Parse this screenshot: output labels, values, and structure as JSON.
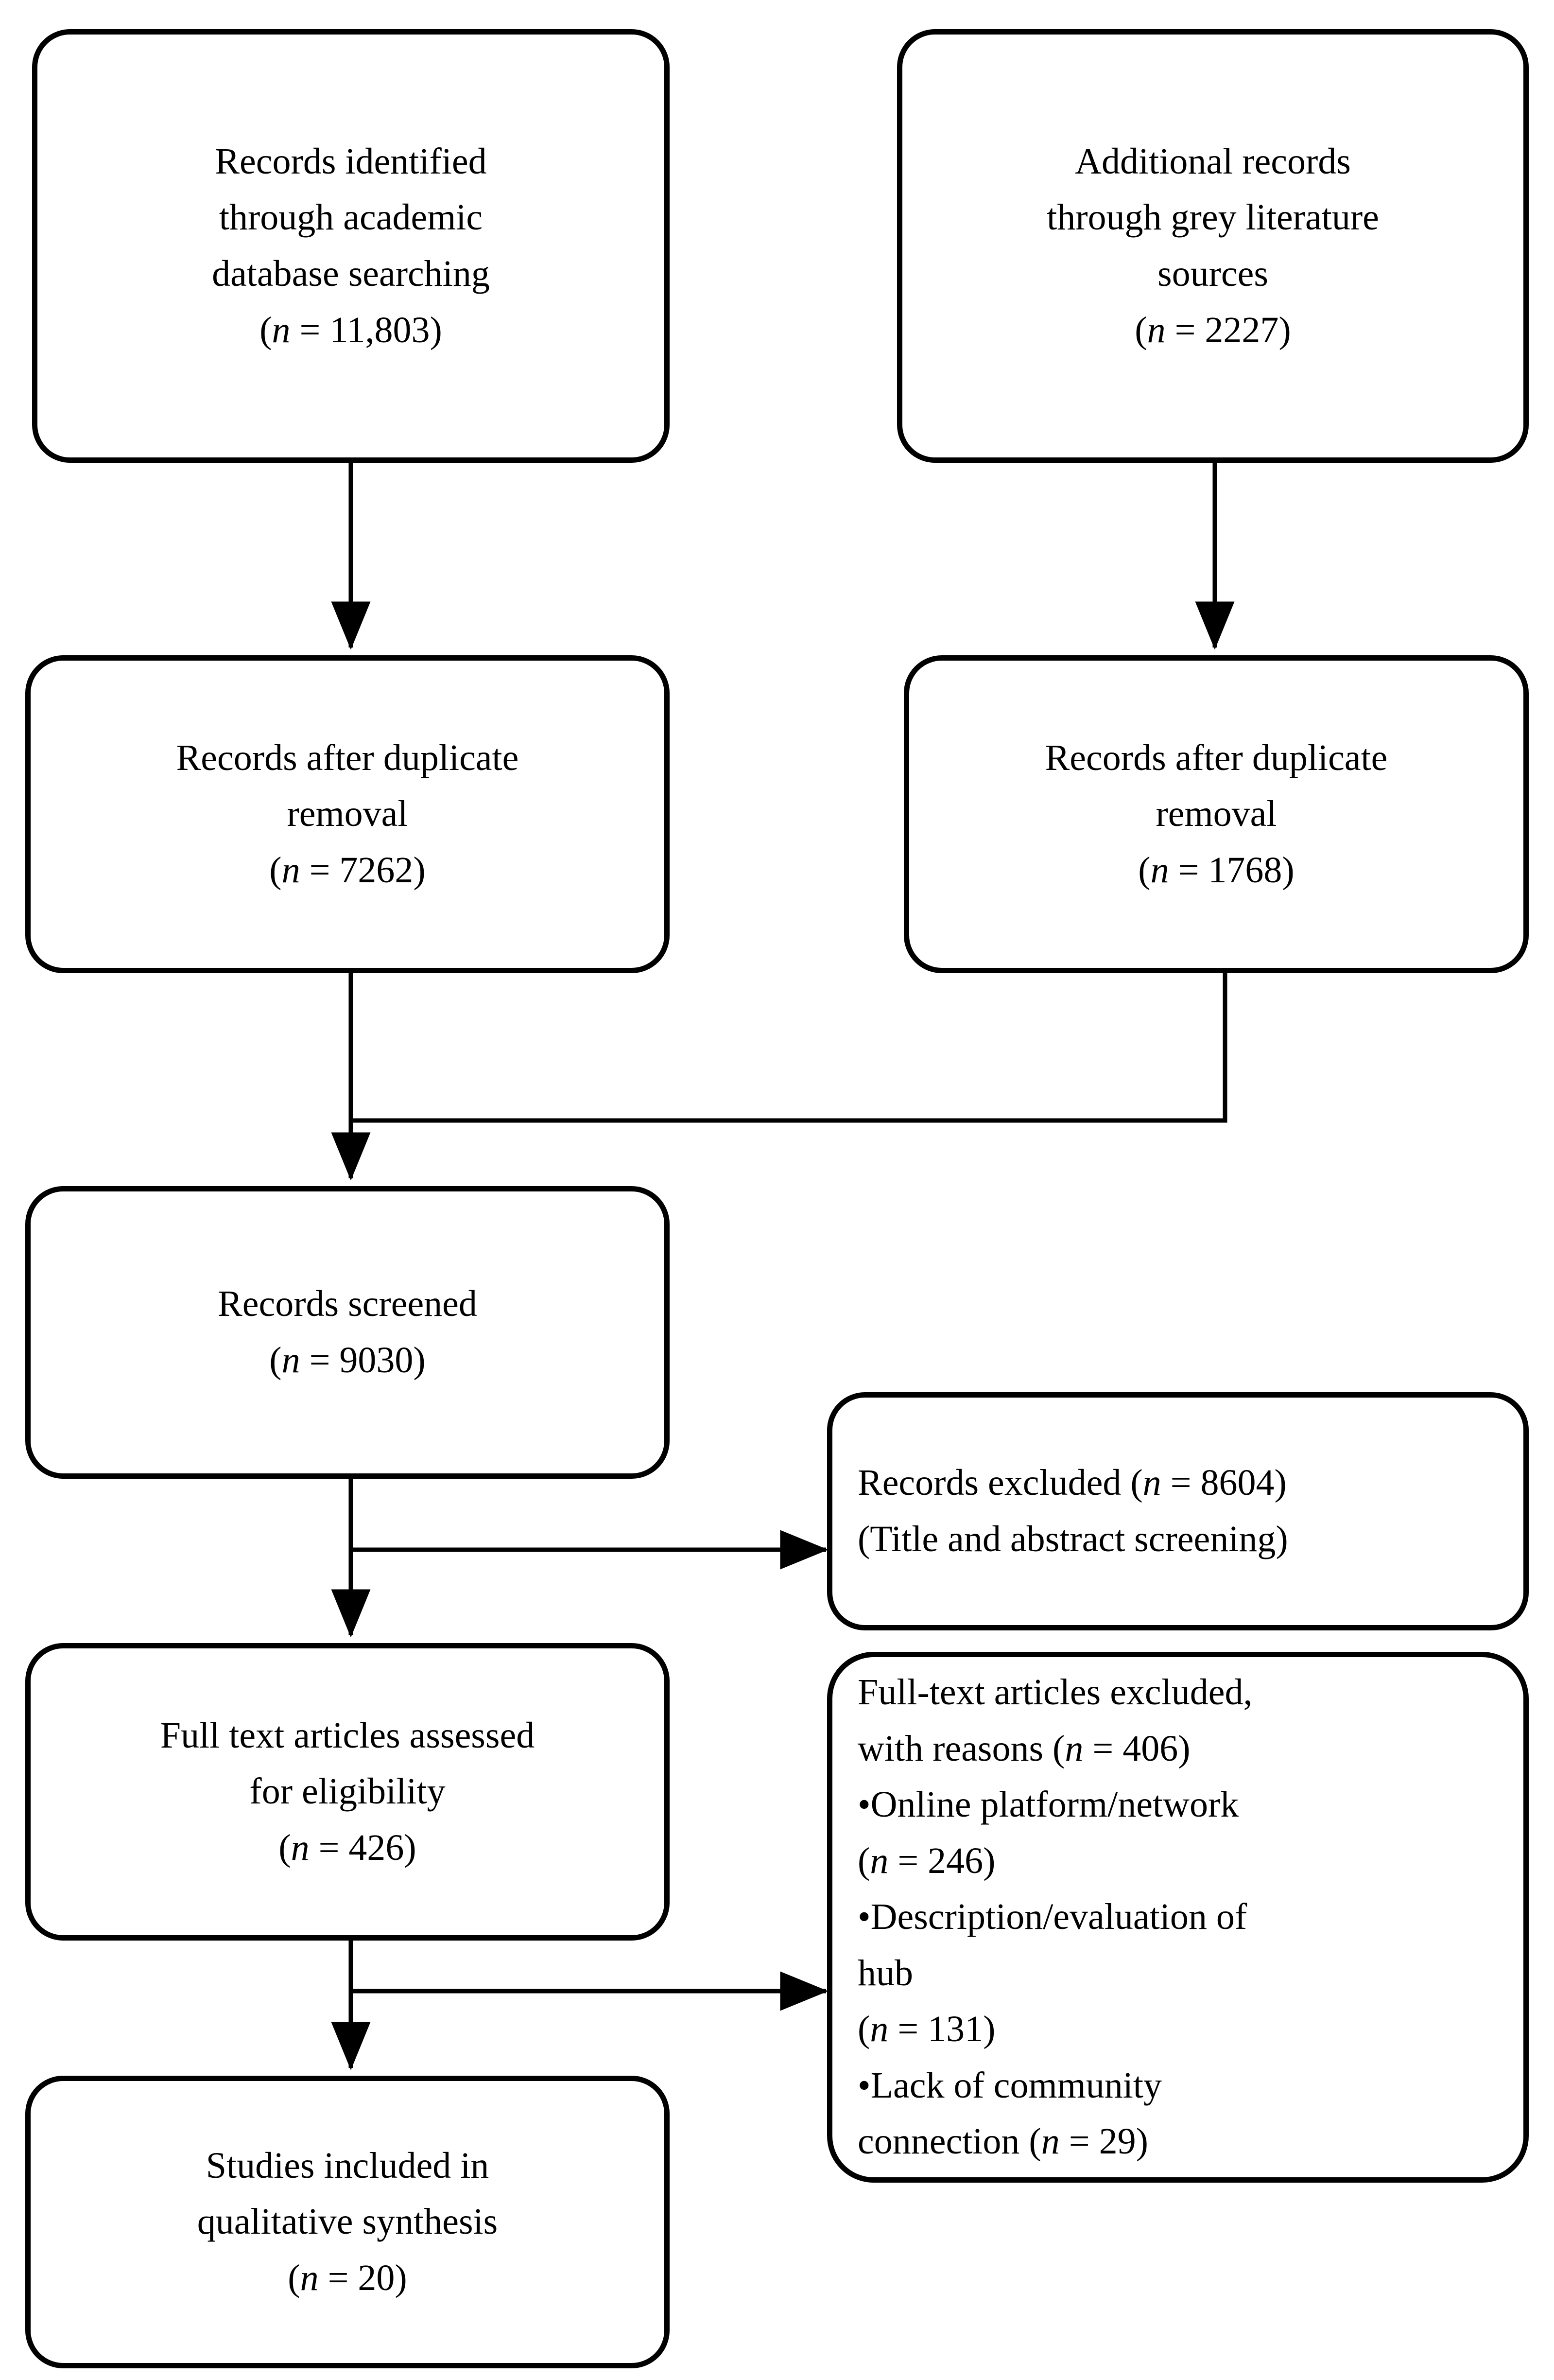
{
  "diagram": {
    "type": "prisma-flow-diagram",
    "background": "#ffffff",
    "stroke": "#000000",
    "nodes": [
      {
        "id": "identification-academic",
        "name": "records-identified-academic",
        "lines": [
          "Records identified",
          "through academic",
          "database searching",
          "(n = 11,803)"
        ],
        "count": 11803
      },
      {
        "id": "identification-grey",
        "name": "additional-records-grey",
        "lines": [
          "Additional records",
          "through grey literature",
          "sources",
          "(n = 2227)"
        ],
        "count": 2227
      },
      {
        "id": "dedup-academic",
        "name": "records-after-duplicate-removal-academic",
        "lines": [
          "Records after duplicate",
          "removal",
          "(n = 7262)"
        ],
        "count": 7262
      },
      {
        "id": "dedup-grey",
        "name": "records-after-duplicate-removal-grey",
        "lines": [
          "Records after duplicate",
          "removal",
          "(n = 1768)"
        ],
        "count": 1768
      },
      {
        "id": "screened",
        "name": "records-screened",
        "lines": [
          "Records screened",
          "(n = 9030)"
        ],
        "count": 9030
      },
      {
        "id": "excluded-screening",
        "name": "records-excluded-title-abstract",
        "lines": [
          "Records excluded (n = 8604)",
          "(Title and abstract screening)"
        ],
        "count": 8604
      },
      {
        "id": "fulltext-assessed",
        "name": "full-text-articles-assessed",
        "lines": [
          "Full text articles assessed",
          "for eligibility",
          "(n = 426)"
        ],
        "count": 426
      },
      {
        "id": "fulltext-excluded",
        "name": "full-text-articles-excluded-with-reasons",
        "lines": [
          "Full-text articles excluded,",
          "with reasons (n = 406)",
          "•Online platform/network",
          "(n = 246)",
          "•Description/evaluation of",
          "hub",
          "(n = 131)",
          "•Lack of community",
          "connection (n = 29)"
        ],
        "count": 406,
        "reasons": [
          {
            "label": "Online platform/network",
            "count": 246
          },
          {
            "label": "Description/evaluation of hub",
            "count": 131
          },
          {
            "label": "Lack of community connection",
            "count": 29
          }
        ]
      },
      {
        "id": "included",
        "name": "studies-included-qualitative-synthesis",
        "lines": [
          "Studies included in",
          "qualitative synthesis",
          "(n = 20)"
        ],
        "count": 20
      }
    ]
  }
}
